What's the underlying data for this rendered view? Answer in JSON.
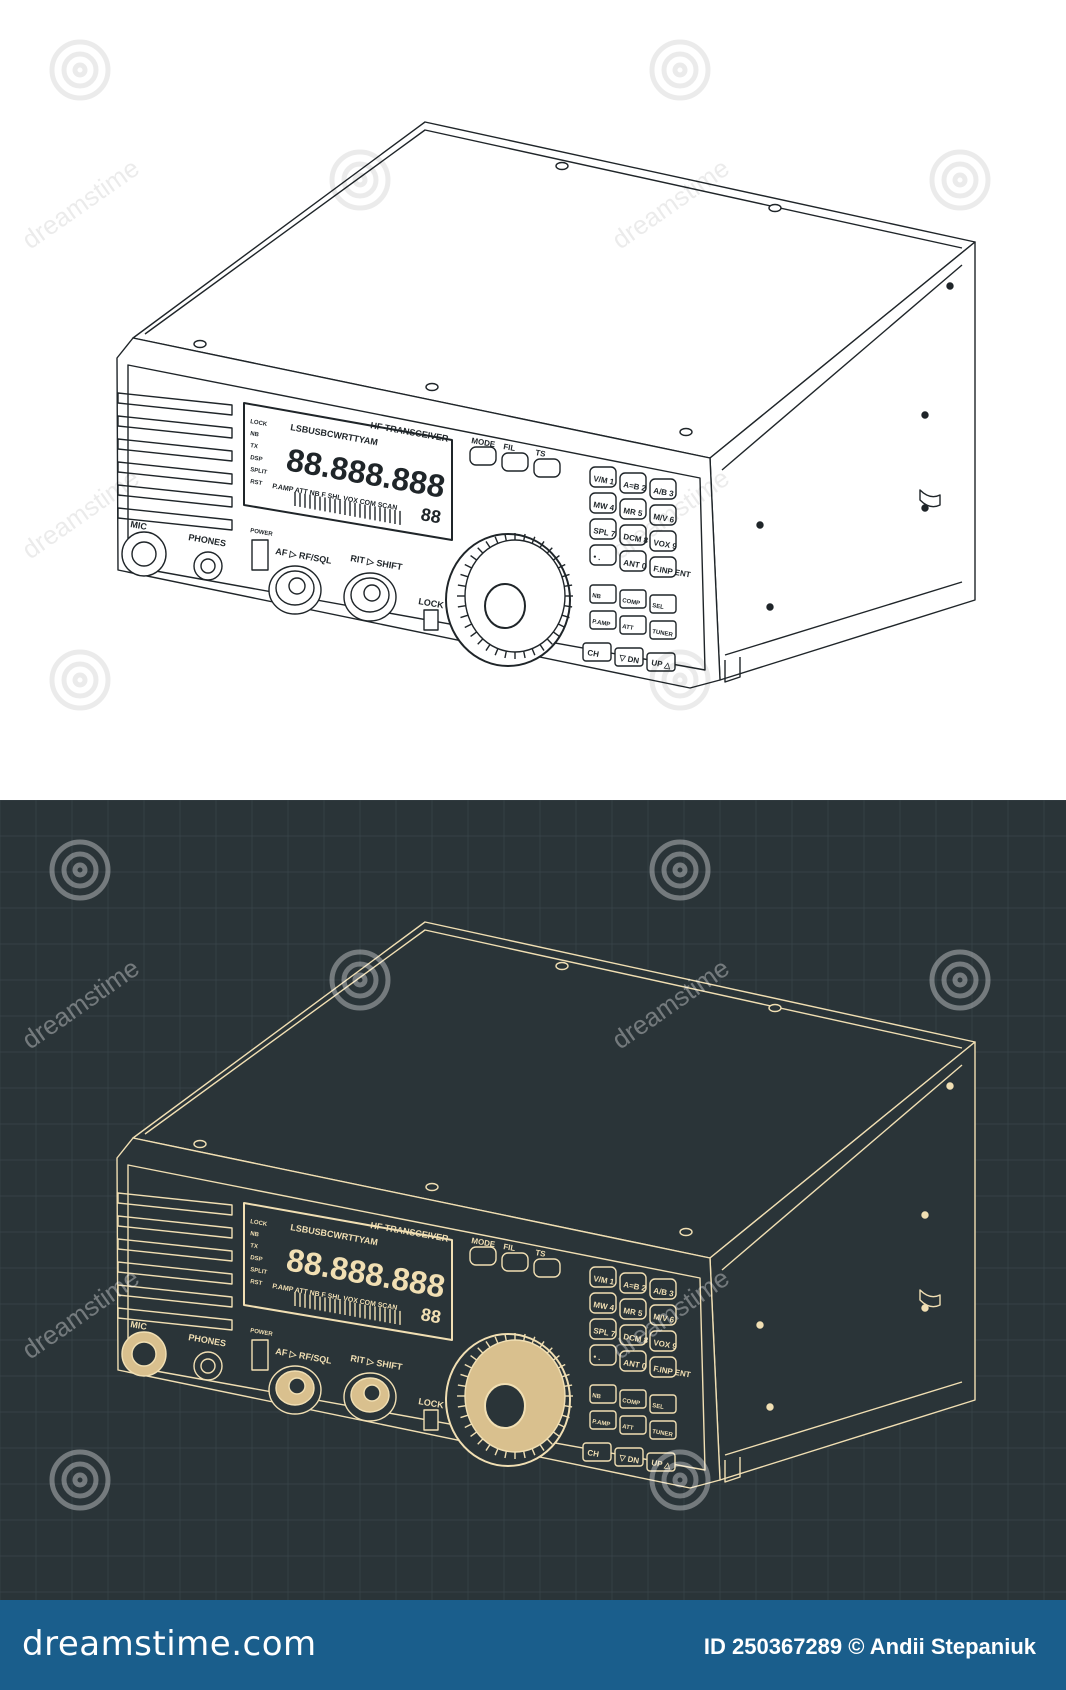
{
  "colors": {
    "top_bg": "#ffffff",
    "top_line": "#1f2529",
    "bottom_bg": "#2a3438",
    "bottom_line": "#f1dfb3",
    "footer_bg": "#1a5e8c",
    "footer_text": "#ffffff"
  },
  "drawing": {
    "header": "HF TRANSCEIVER",
    "display_modes": "LSBUSBCWRTTYAM",
    "display_digits": "88.888.888",
    "display_small": "88",
    "labels_row": "P.AMP ATT NB F SHL VOX COM SCAN",
    "lcd_tags": [
      "LOCK",
      "NB",
      "TX",
      "DSP",
      "SPLIT",
      "RST"
    ],
    "mode_buttons": [
      "MODE",
      "FIL",
      "TS"
    ],
    "keypad": [
      "V/M 1",
      "A=B 2",
      "A/B 3",
      "MW 4",
      "MR 5",
      "M/V 6",
      "SPL 7",
      "DCM 8",
      "VOX 9",
      "• .",
      "ANT 0",
      "F.INP ENT"
    ],
    "func_buttons": [
      "NB",
      "COMP",
      "SEL",
      "P.AMP",
      "ATT",
      "TUNER"
    ],
    "bottom_buttons": [
      "CH",
      "▽ DN",
      "UP △"
    ],
    "knob_labels": [
      "AF ▷ RF/SQL",
      "RIT ▷ SHIFT"
    ],
    "jacks": [
      "MIC",
      "PHONES"
    ],
    "small": [
      "POWER",
      "LOCK"
    ]
  },
  "watermark": "dreamstime",
  "footer": {
    "brand": "dreamstime.com",
    "credit": "ID 250367289 © Andii Stepaniuk"
  }
}
